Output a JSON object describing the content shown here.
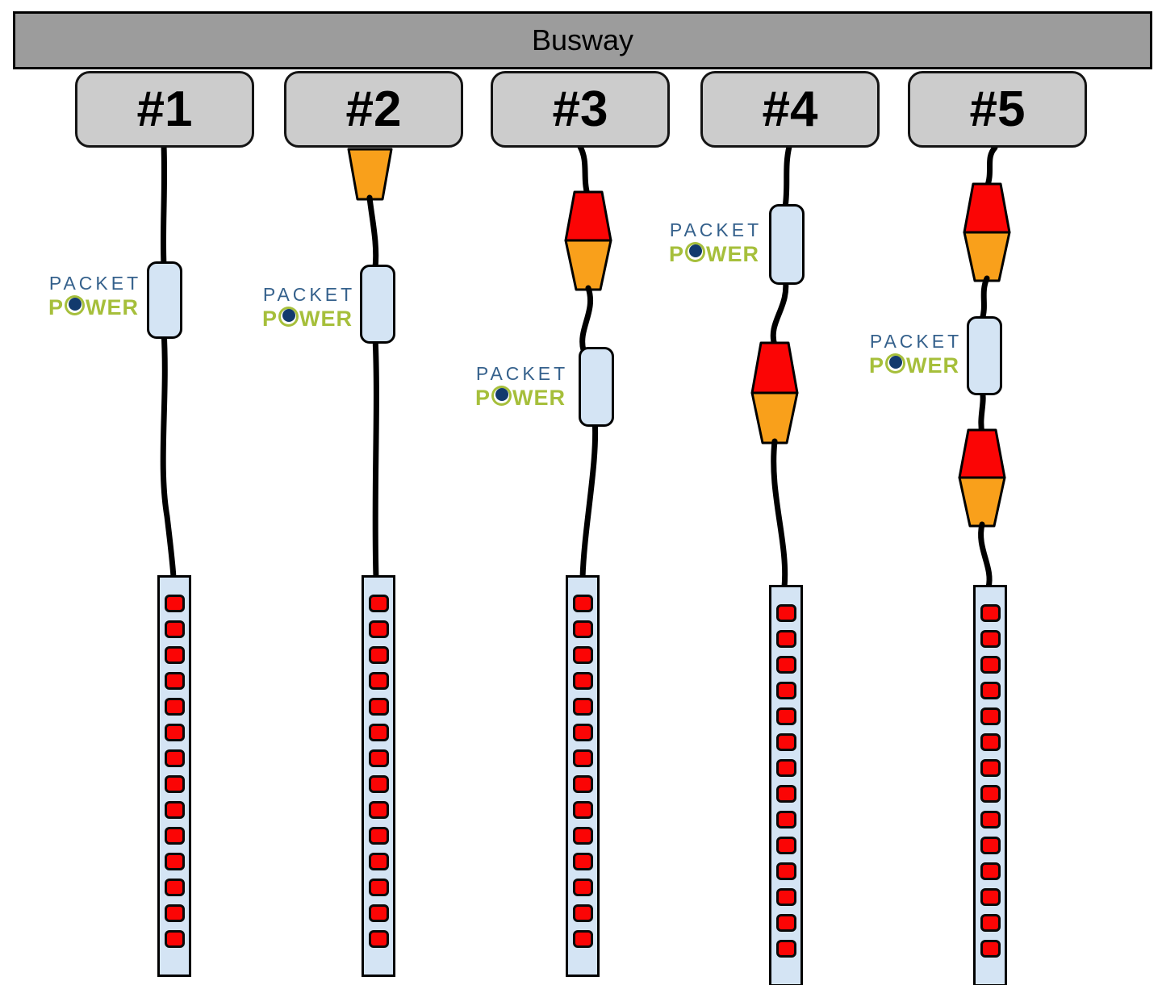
{
  "busway": {
    "label": "Busway"
  },
  "drops": [
    {
      "label": "#1",
      "components": [
        "packet-power-meter",
        "power-strip"
      ]
    },
    {
      "label": "#2",
      "components": [
        "busway-plug-connector",
        "packet-power-meter",
        "power-strip"
      ]
    },
    {
      "label": "#3",
      "components": [
        "inline-connector-pair",
        "packet-power-meter",
        "power-strip"
      ]
    },
    {
      "label": "#4",
      "components": [
        "packet-power-meter",
        "inline-connector-pair",
        "power-strip"
      ]
    },
    {
      "label": "#5",
      "components": [
        "inline-connector-pair",
        "packet-power-meter",
        "inline-connector-pair",
        "power-strip"
      ]
    }
  ],
  "logo": {
    "line1": "PACKET",
    "line2": "POWER"
  },
  "strips": {
    "count": 5,
    "outlets_per_strip": 14
  },
  "colors": {
    "busway_fill": "#9c9c9c",
    "drop_label_fill": "#cccccc",
    "device_fill": "#d4e4f4",
    "outlet_red": "#fb0505",
    "connector_red": "#fb0505",
    "connector_orange": "#f9a01b",
    "cable_black": "#000000",
    "logo_blue": "#35618c",
    "logo_green": "#a6bf3b",
    "logo_navy": "#123a6d"
  }
}
